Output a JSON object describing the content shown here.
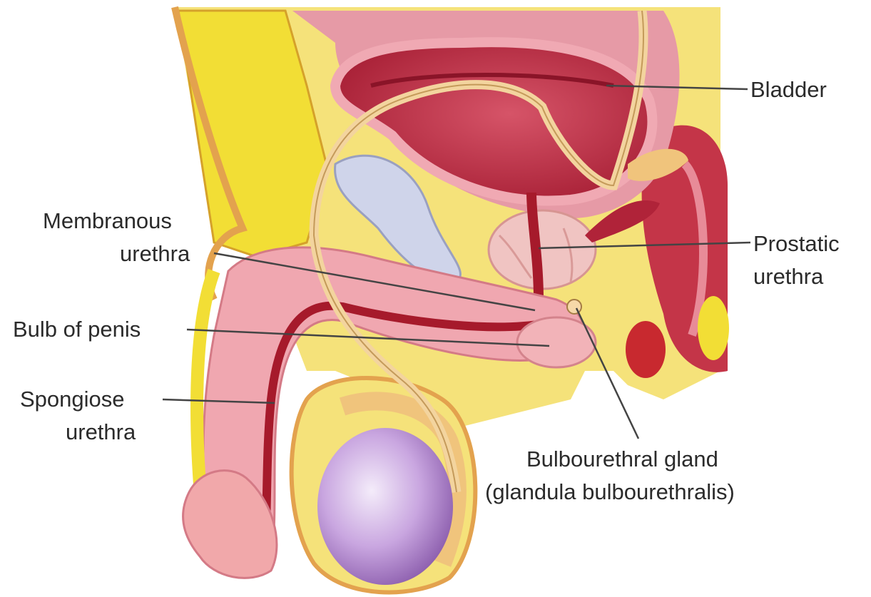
{
  "labels": {
    "bladder": "Bladder",
    "membranous": [
      "Membranous",
      "urethra"
    ],
    "prostatic": [
      "Prostatic",
      "urethra"
    ],
    "bulb": "Bulb of penis",
    "spongiose": [
      "Spongiose",
      "urethra"
    ],
    "bulbourethral": [
      "Bulbourethral gland",
      "(glandula bulbourethralis)"
    ]
  },
  "colors": {
    "fat": "#f2de35",
    "bladder": "#c43a4c",
    "pink": "#eea5ae",
    "testis": "#b58fd0",
    "vessel": "#f3d49e",
    "urethra": "#a61a2b",
    "leader": "#444444"
  }
}
